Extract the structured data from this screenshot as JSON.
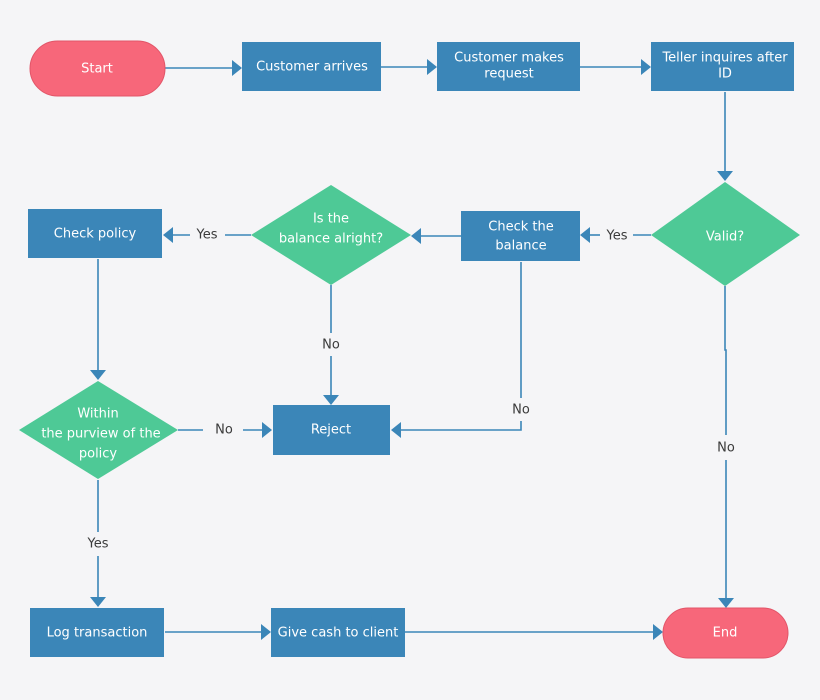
{
  "colors": {
    "process": "#3b86b8",
    "decision": "#4ec996",
    "terminal": "#f7677a",
    "connector": "#3b86b8",
    "background": "#f5f5f7"
  },
  "nodes": {
    "start": "Start",
    "customer_arrives": "Customer arrives",
    "customer_request": [
      "Customer makes",
      "request"
    ],
    "teller_inquires": [
      "Teller inquires after",
      "ID"
    ],
    "valid": "Valid?",
    "check_balance": [
      "Check the",
      "balance"
    ],
    "balance_alright": [
      "Is the",
      "balance  alright?"
    ],
    "check_policy": "Check policy",
    "within_purview": [
      "Within",
      "the purview  of the",
      "policy"
    ],
    "reject": "Reject",
    "log_transaction": "Log transaction",
    "give_cash": "Give cash to client",
    "end": "End"
  },
  "edge_labels": {
    "valid_yes": "Yes",
    "valid_no": "No",
    "balance_yes": "Yes",
    "balance_no": "No",
    "check_balance_no": "No",
    "purview_no": "No",
    "purview_yes": "Yes"
  }
}
